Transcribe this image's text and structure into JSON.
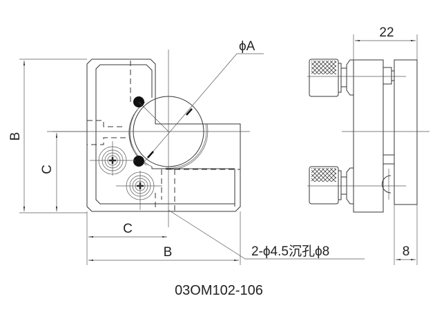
{
  "drawing": {
    "labels": {
      "dim_phi_a": "ϕA",
      "dim_b_left": "B",
      "dim_c_left": "C",
      "dim_c_bottom": "C",
      "dim_b_bottom": "B",
      "hole_note": "2-ϕ4.5沉孔ϕ8",
      "dim_22": "22",
      "dim_8": "8"
    },
    "part_number": "03OM102-106"
  }
}
